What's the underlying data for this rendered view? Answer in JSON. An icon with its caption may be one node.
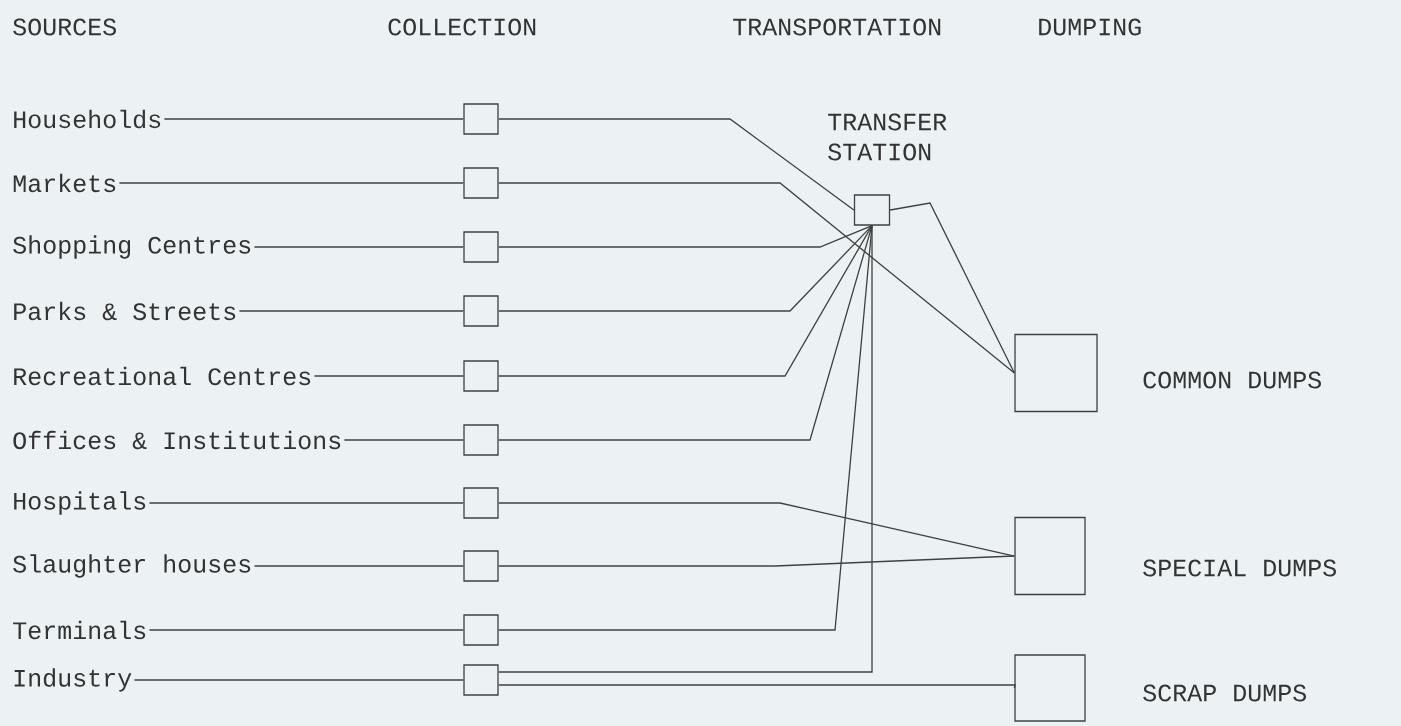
{
  "diagram": {
    "nodes": [
      {
        "text": [
          "Households"
        ]
      },
      {
        "text": [
          "Markets"
        ]
      },
      {
        "text": [
          "Shopping Centres"
        ]
      },
      {
        "text": [
          "Parks & Streets"
        ]
      },
      {
        "text": [
          "Recreational Centres"
        ]
      },
      {
        "text": [
          "Offices & Institutions"
        ]
      },
      {
        "text": [
          "Hospitals"
        ]
      },
      {
        "text": [
          "Slaughter houses"
        ]
      },
      {
        "text": [
          "Terminals"
        ]
      },
      {
        "text": [
          "Industry"
        ]
      },
      {
        "text": [],
        "shape": "box"
      },
      {
        "text": [],
        "shape": "box"
      },
      {
        "text": [],
        "shape": "box"
      },
      {
        "text": [],
        "shape": "box"
      },
      {
        "text": [],
        "shape": "box"
      },
      {
        "text": [],
        "shape": "box"
      },
      {
        "text": [],
        "shape": "box"
      },
      {
        "text": [],
        "shape": "box"
      },
      {
        "text": [],
        "shape": "box"
      },
      {
        "text": [],
        "shape": "box"
      },
      {
        "text": [],
        "shape": "box",
        "beside": [
          "TRANSFER STATION"
        ]
      },
      {
        "text": [],
        "shape": "box",
        "beside": [
          "COMMON DUMPS"
        ]
      },
      {
        "text": [],
        "shape": "box",
        "beside": [
          "SPECIAL DUMPS"
        ]
      },
      {
        "text": [],
        "shape": "box",
        "beside": [
          "SCRAP DUMPS"
        ]
      }
    ],
    "edges": [
      {
        "from": 0,
        "to": 10,
        "arrow": "none"
      },
      {
        "from": 1,
        "to": 11,
        "arrow": "none"
      },
      {
        "from": 2,
        "to": 12,
        "arrow": "none"
      },
      {
        "from": 3,
        "to": 13,
        "arrow": "none"
      },
      {
        "from": 4,
        "to": 14,
        "arrow": "none"
      },
      {
        "from": 5,
        "to": 15,
        "arrow": "none"
      },
      {
        "from": 6,
        "to": 16,
        "arrow": "none"
      },
      {
        "from": 7,
        "to": 17,
        "arrow": "none"
      },
      {
        "from": 8,
        "to": 18,
        "arrow": "none"
      },
      {
        "from": 9,
        "to": 19,
        "arrow": "none"
      },
      {
        "from": 10,
        "to": 20,
        "arrow": "none"
      },
      {
        "from": 11,
        "to": 21,
        "arrow": "none"
      },
      {
        "from": 12,
        "to": 20,
        "arrow": "none"
      },
      {
        "from": 13,
        "to": 20,
        "arrow": "none"
      },
      {
        "from": 14,
        "to": 20,
        "arrow": "none"
      },
      {
        "from": 15,
        "to": 20,
        "arrow": "none"
      },
      {
        "from": 16,
        "to": 22,
        "arrow": "none"
      },
      {
        "from": 17,
        "to": 22,
        "arrow": "none"
      },
      {
        "from": 18,
        "to": 20,
        "arrow": "none"
      },
      {
        "from": 20,
        "to": 19,
        "arrow": "none"
      },
      {
        "from": 19,
        "to": 23,
        "arrow": "none"
      },
      {
        "from": 20,
        "to": 21,
        "arrow": "none"
      }
    ],
    "labels": [
      "SOURCES",
      "COLLECTION",
      "TRANSPORTATION",
      "DUMPING"
    ]
  }
}
